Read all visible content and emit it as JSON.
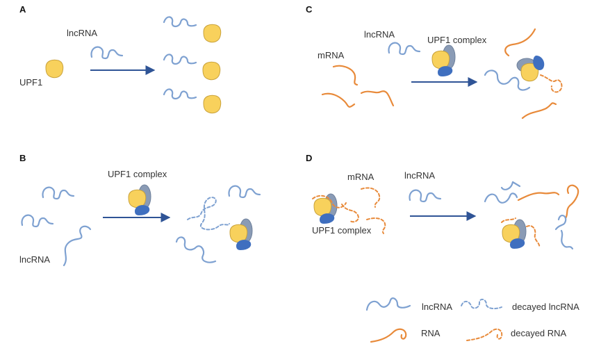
{
  "panels": {
    "A": {
      "letter": "A",
      "lncrna": "lncRNA",
      "upf1": "UPF1"
    },
    "B": {
      "letter": "B",
      "complex": "UPF1 complex",
      "lncrna": "lncRNA"
    },
    "C": {
      "letter": "C",
      "lncrna": "lncRNA",
      "complex": "UPF1 complex",
      "mrna": "mRNA"
    },
    "D": {
      "letter": "D",
      "mrna": "mRNA",
      "lncrna": "lncRNA",
      "complex": "UPF1 complex"
    }
  },
  "legend": {
    "lncrna": "lncRNA",
    "decayed_lncrna": "decayed lncRNA",
    "rna": "RNA",
    "decayed_rna": "decayed RNA"
  },
  "colors": {
    "lncrna": "#7ea1d1",
    "mrna": "#e88a3a",
    "upf1_fill": "#f8d15c",
    "upf1_stroke": "#c9a23b",
    "complex_grey": "#8a9bb5",
    "complex_blue": "#3f6fbf",
    "arrow": "#2f5496"
  }
}
